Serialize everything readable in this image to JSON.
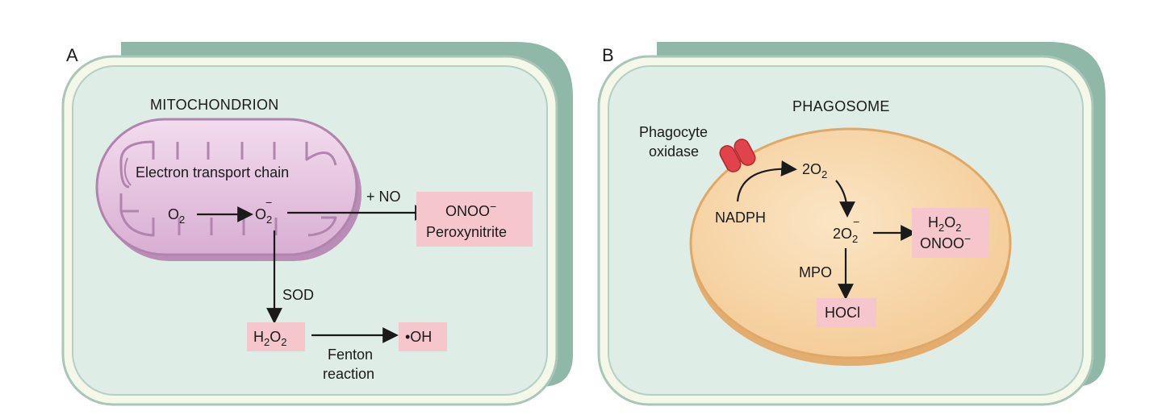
{
  "panels": [
    {
      "letter": "A",
      "organelle": "MITOCHONDRION",
      "etc": "Electron transport chain",
      "o2": "O",
      "o2_sub": "2",
      "superoxide": "O",
      "superoxide_sub": "2",
      "superoxide_sup": "−",
      "plus_no": "+ NO",
      "onoo": "ONOO",
      "onoo_sup": "−",
      "peroxynitrite": "Peroxynitrite",
      "sod": "SOD",
      "h2o2_h": "H",
      "h2o2_sub1": "2",
      "h2o2_o": "O",
      "h2o2_sub2": "2",
      "oh": "•OH",
      "fenton1": "Fenton",
      "fenton2": "reaction"
    },
    {
      "letter": "B",
      "organelle": "PHAGOSOME",
      "enzyme1": "Phagocyte",
      "enzyme2": "oxidase",
      "nadph": "NADPH",
      "o2_coef": "2O",
      "o2_sub": "2",
      "sup_coef": "2O",
      "sup_sub": "2",
      "sup_sup": "−",
      "h2o2_h": "H",
      "h2o2_sub1": "2",
      "h2o2_o": "O",
      "h2o2_sub2": "2",
      "onoo": "ONOO",
      "onoo_sup": "−",
      "mpo": "MPO",
      "hocl": "HOCl"
    }
  ]
}
